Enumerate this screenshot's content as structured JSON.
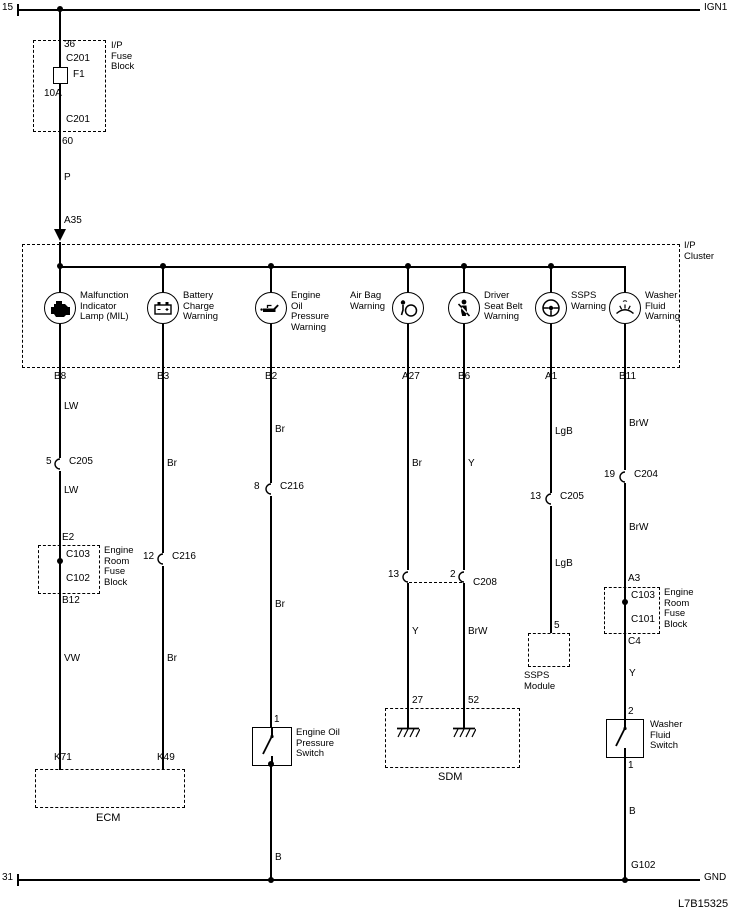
{
  "rails": {
    "ign_pin": "15",
    "ign_name": "IGN1",
    "gnd_pin": "31",
    "gnd_name": "GND"
  },
  "doc_id": "L7B15325",
  "fuse_block": {
    "title": "I/P Fuse Block",
    "pin_in": "36",
    "conn_in": "C201",
    "fuse": "F1",
    "rating": "10A",
    "conn_out": "C201",
    "pin_out": "60",
    "wire": "P",
    "cluster_pin": "A35"
  },
  "cluster": {
    "title": "I/P Cluster",
    "indicators": [
      {
        "label": "Malfunction Indicator Lamp (MIL)",
        "pin": "B8"
      },
      {
        "label": "Battery Charge Warning",
        "pin": "B3"
      },
      {
        "label": "Engine Oil Pressure Warning",
        "pin": "B2"
      },
      {
        "label": "Air Bag Warning",
        "pin": "A27"
      },
      {
        "label": "Driver Seat Belt Warning",
        "pin": "B6"
      },
      {
        "label": "SSPS Warning",
        "pin": "A1"
      },
      {
        "label": "Washer Fluid Warning",
        "pin": "B11"
      }
    ]
  },
  "mil_branch": {
    "wire1": "LW",
    "conn_pin": "5",
    "conn": "C205",
    "wire2": "LW",
    "fb_pin_in": "E2",
    "fb_conn_in": "C103",
    "fb_conn_out": "C102",
    "fb_pin_out": "B12",
    "fb_title": "Engine Room Fuse Block",
    "wire3": "VW",
    "ecm_pin": "K71"
  },
  "battery_branch": {
    "wire1": "Br",
    "conn_pin": "12",
    "conn": "C216",
    "wire2": "Br",
    "ecm_pin": "K49"
  },
  "ecm_title": "ECM",
  "oil_branch": {
    "wire1": "Br",
    "conn_pin": "8",
    "conn": "C216",
    "wire2": "Br",
    "switch_pin": "1",
    "switch_title": "Engine Oil Pressure Switch",
    "wire3": "B"
  },
  "airbag_branch": {
    "wire1": "Br",
    "conn_pin": "13",
    "wire2": "Y",
    "sdm_pin": "27"
  },
  "belt_branch": {
    "wire1": "Y",
    "conn_pin": "2",
    "conn": "C208",
    "wire2": "BrW",
    "sdm_pin": "52"
  },
  "sdm_title": "SDM",
  "ssps_branch": {
    "wire1": "LgB",
    "conn_pin": "13",
    "conn": "C205",
    "wire2": "LgB",
    "module_pin": "5",
    "module_title": "SSPS Module"
  },
  "washer_branch": {
    "wire1": "BrW",
    "conn_pin": "19",
    "conn": "C204",
    "wire2": "BrW",
    "fb_pin_in": "A3",
    "fb_conn_in": "C103",
    "fb_conn_out": "C101",
    "fb_pin_out": "C4",
    "fb_title": "Engine Room Fuse Block",
    "wire3": "Y",
    "switch_pin_in": "2",
    "switch_title": "Washer Fluid Switch",
    "switch_pin_out": "1",
    "wire4": "B",
    "ground": "G102"
  }
}
